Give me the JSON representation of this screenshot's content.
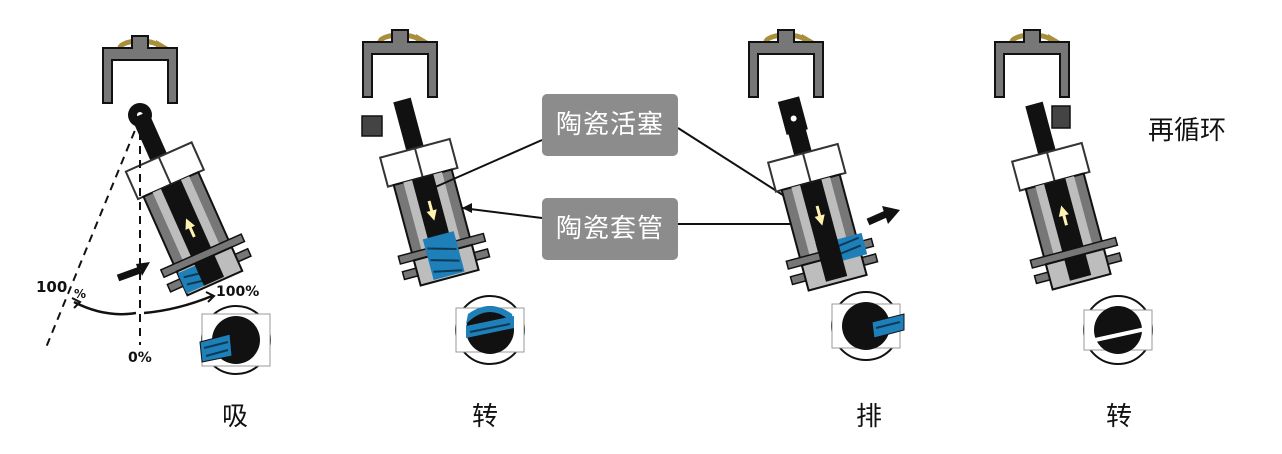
{
  "labels": {
    "ceramic_piston": "陶瓷活塞",
    "ceramic_sleeve": "陶瓷套管",
    "recycle": "再循环",
    "step_intake": "吸",
    "step_turn_1": "转",
    "step_discharge": "排",
    "step_turn_2": "转"
  },
  "annotations": {
    "pct_left_num": "100",
    "pct_left_sign": "%",
    "pct_right": "100%",
    "pct_zero": "0%"
  },
  "colors": {
    "housing_gray": "#777777",
    "inner_gray": "#bdbdbd",
    "black": "#111111",
    "blue": "#1f7fb8",
    "rotation_gold": "#a88f3c",
    "callout_bg": "#8c8c8c",
    "valve_arrow": "#fff2b0"
  },
  "icons": [
    "rotation-arrow-icon",
    "flow-arrow-icon"
  ]
}
